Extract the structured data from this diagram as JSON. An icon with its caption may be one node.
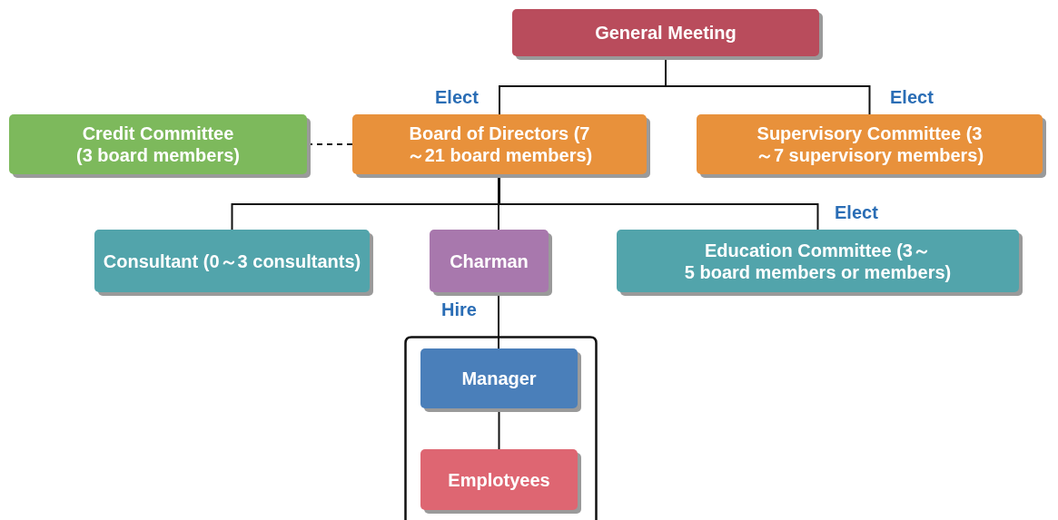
{
  "diagram": {
    "nodes": [
      {
        "text": [
          "General Meeting"
        ]
      },
      {
        "text": [
          "Credit Committee (3 board members)"
        ]
      },
      {
        "text": [
          "Board of Directors (7～21 board members)"
        ]
      },
      {
        "text": [
          "Supervisory Committee (3～7 supervisory members)"
        ]
      },
      {
        "text": [
          "Consultant (0～3 consultants)"
        ]
      },
      {
        "text": [
          "Charman"
        ]
      },
      {
        "text": [
          "Education Committee (3～5 board members or members)"
        ]
      },
      {
        "text": [],
        "shape": "box"
      },
      {
        "text": [
          "Manager"
        ],
        "in": 7
      },
      {
        "text": [
          "Emplotyees"
        ],
        "in": 7
      }
    ],
    "edges": [
      {
        "from": 0,
        "to": 2,
        "arrow": "none",
        "label": "Elect"
      },
      {
        "from": 0,
        "to": 3,
        "arrow": "none",
        "label": "Elect"
      },
      {
        "from": 2,
        "to": 1,
        "arrow": "none",
        "style": "dashed"
      },
      {
        "from": 2,
        "to": 4,
        "arrow": "none"
      },
      {
        "from": 2,
        "to": 5,
        "arrow": "none"
      },
      {
        "from": 2,
        "to": 6,
        "arrow": "none",
        "label": "Elect"
      },
      {
        "from": 5,
        "to": 8,
        "arrow": "none",
        "label": "Hire"
      },
      {
        "from": 8,
        "to": 9,
        "arrow": "none"
      }
    ]
  }
}
